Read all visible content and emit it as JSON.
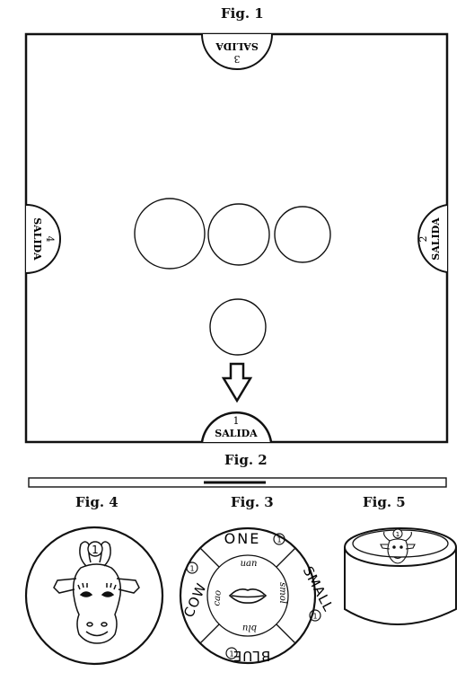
{
  "figures": {
    "fig1": {
      "caption": "Fig. 1",
      "exits": {
        "bottom": {
          "number": "1",
          "label": "SALIDA"
        },
        "right": {
          "number": "2",
          "label": "SALIDA"
        },
        "top": {
          "number": "3",
          "label": "SALIDA"
        },
        "left": {
          "number": "4",
          "label": "SALIDA"
        }
      }
    },
    "fig2": {
      "caption": "Fig. 2"
    },
    "fig3": {
      "caption": "Fig. 3",
      "words_outer": [
        "ONE",
        "SMALL",
        "BLUE",
        "COW"
      ],
      "words_inner": [
        "uan",
        "smol",
        "blu",
        "cao"
      ],
      "marker": "1"
    },
    "fig4": {
      "caption": "Fig. 4",
      "badge": "1"
    },
    "fig5": {
      "caption": "Fig. 5",
      "badge": "1"
    }
  },
  "colors": {
    "ink": "#111111",
    "paper": "#ffffff"
  },
  "icons": [
    "arrow-down-icon",
    "lips-icon",
    "cow-face-icon"
  ]
}
